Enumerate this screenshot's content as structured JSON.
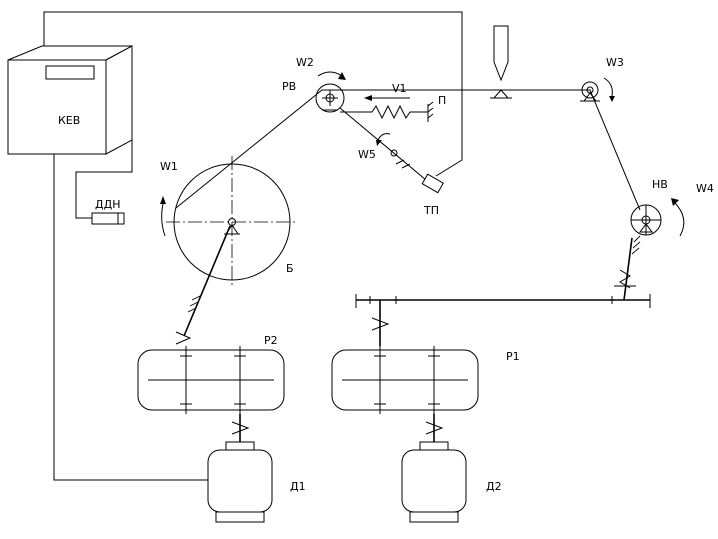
{
  "labels": {
    "controller": "КЕВ",
    "tension_sensor": "ДДН",
    "w1": "W1",
    "w2": "W2",
    "w3": "W3",
    "w4": "W4",
    "w5": "W5",
    "v1": "V1",
    "pv": "РВ",
    "p": "П",
    "tp": "ТП",
    "nv": "НВ",
    "drum": "Б",
    "reducer2": "Р2",
    "reducer1": "Р1",
    "motor1": "Д1",
    "motor2": "Д2"
  }
}
